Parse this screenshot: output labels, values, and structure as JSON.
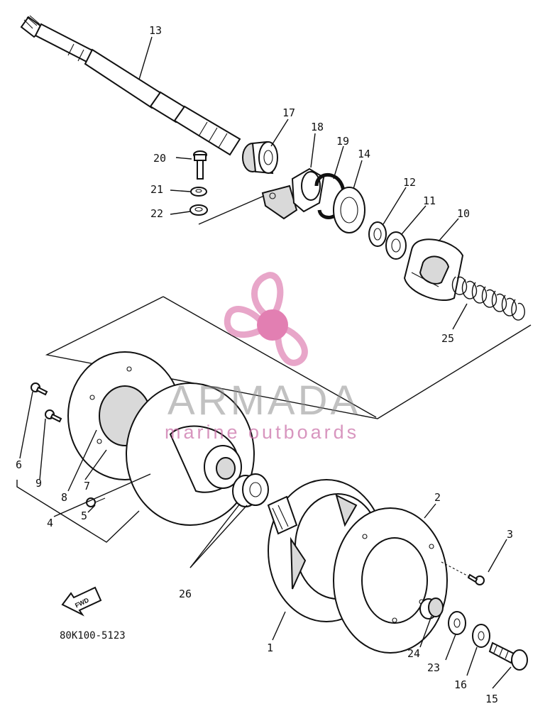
{
  "diagram": {
    "part_numbers": [
      "13",
      "17",
      "18",
      "19",
      "14",
      "20",
      "21",
      "22",
      "12",
      "11",
      "10",
      "25",
      "6",
      "9",
      "8",
      "7",
      "4",
      "5",
      "26",
      "2",
      "3",
      "1",
      "24",
      "23",
      "16",
      "15"
    ],
    "catalog_code": "80K100-5123",
    "fwd_label": "FWD",
    "watermark": {
      "title": "ARMADA",
      "subtitle": "marine outboards",
      "logo_color": "#e8a6c9",
      "logo_hub_color": "#e27fb2"
    }
  }
}
